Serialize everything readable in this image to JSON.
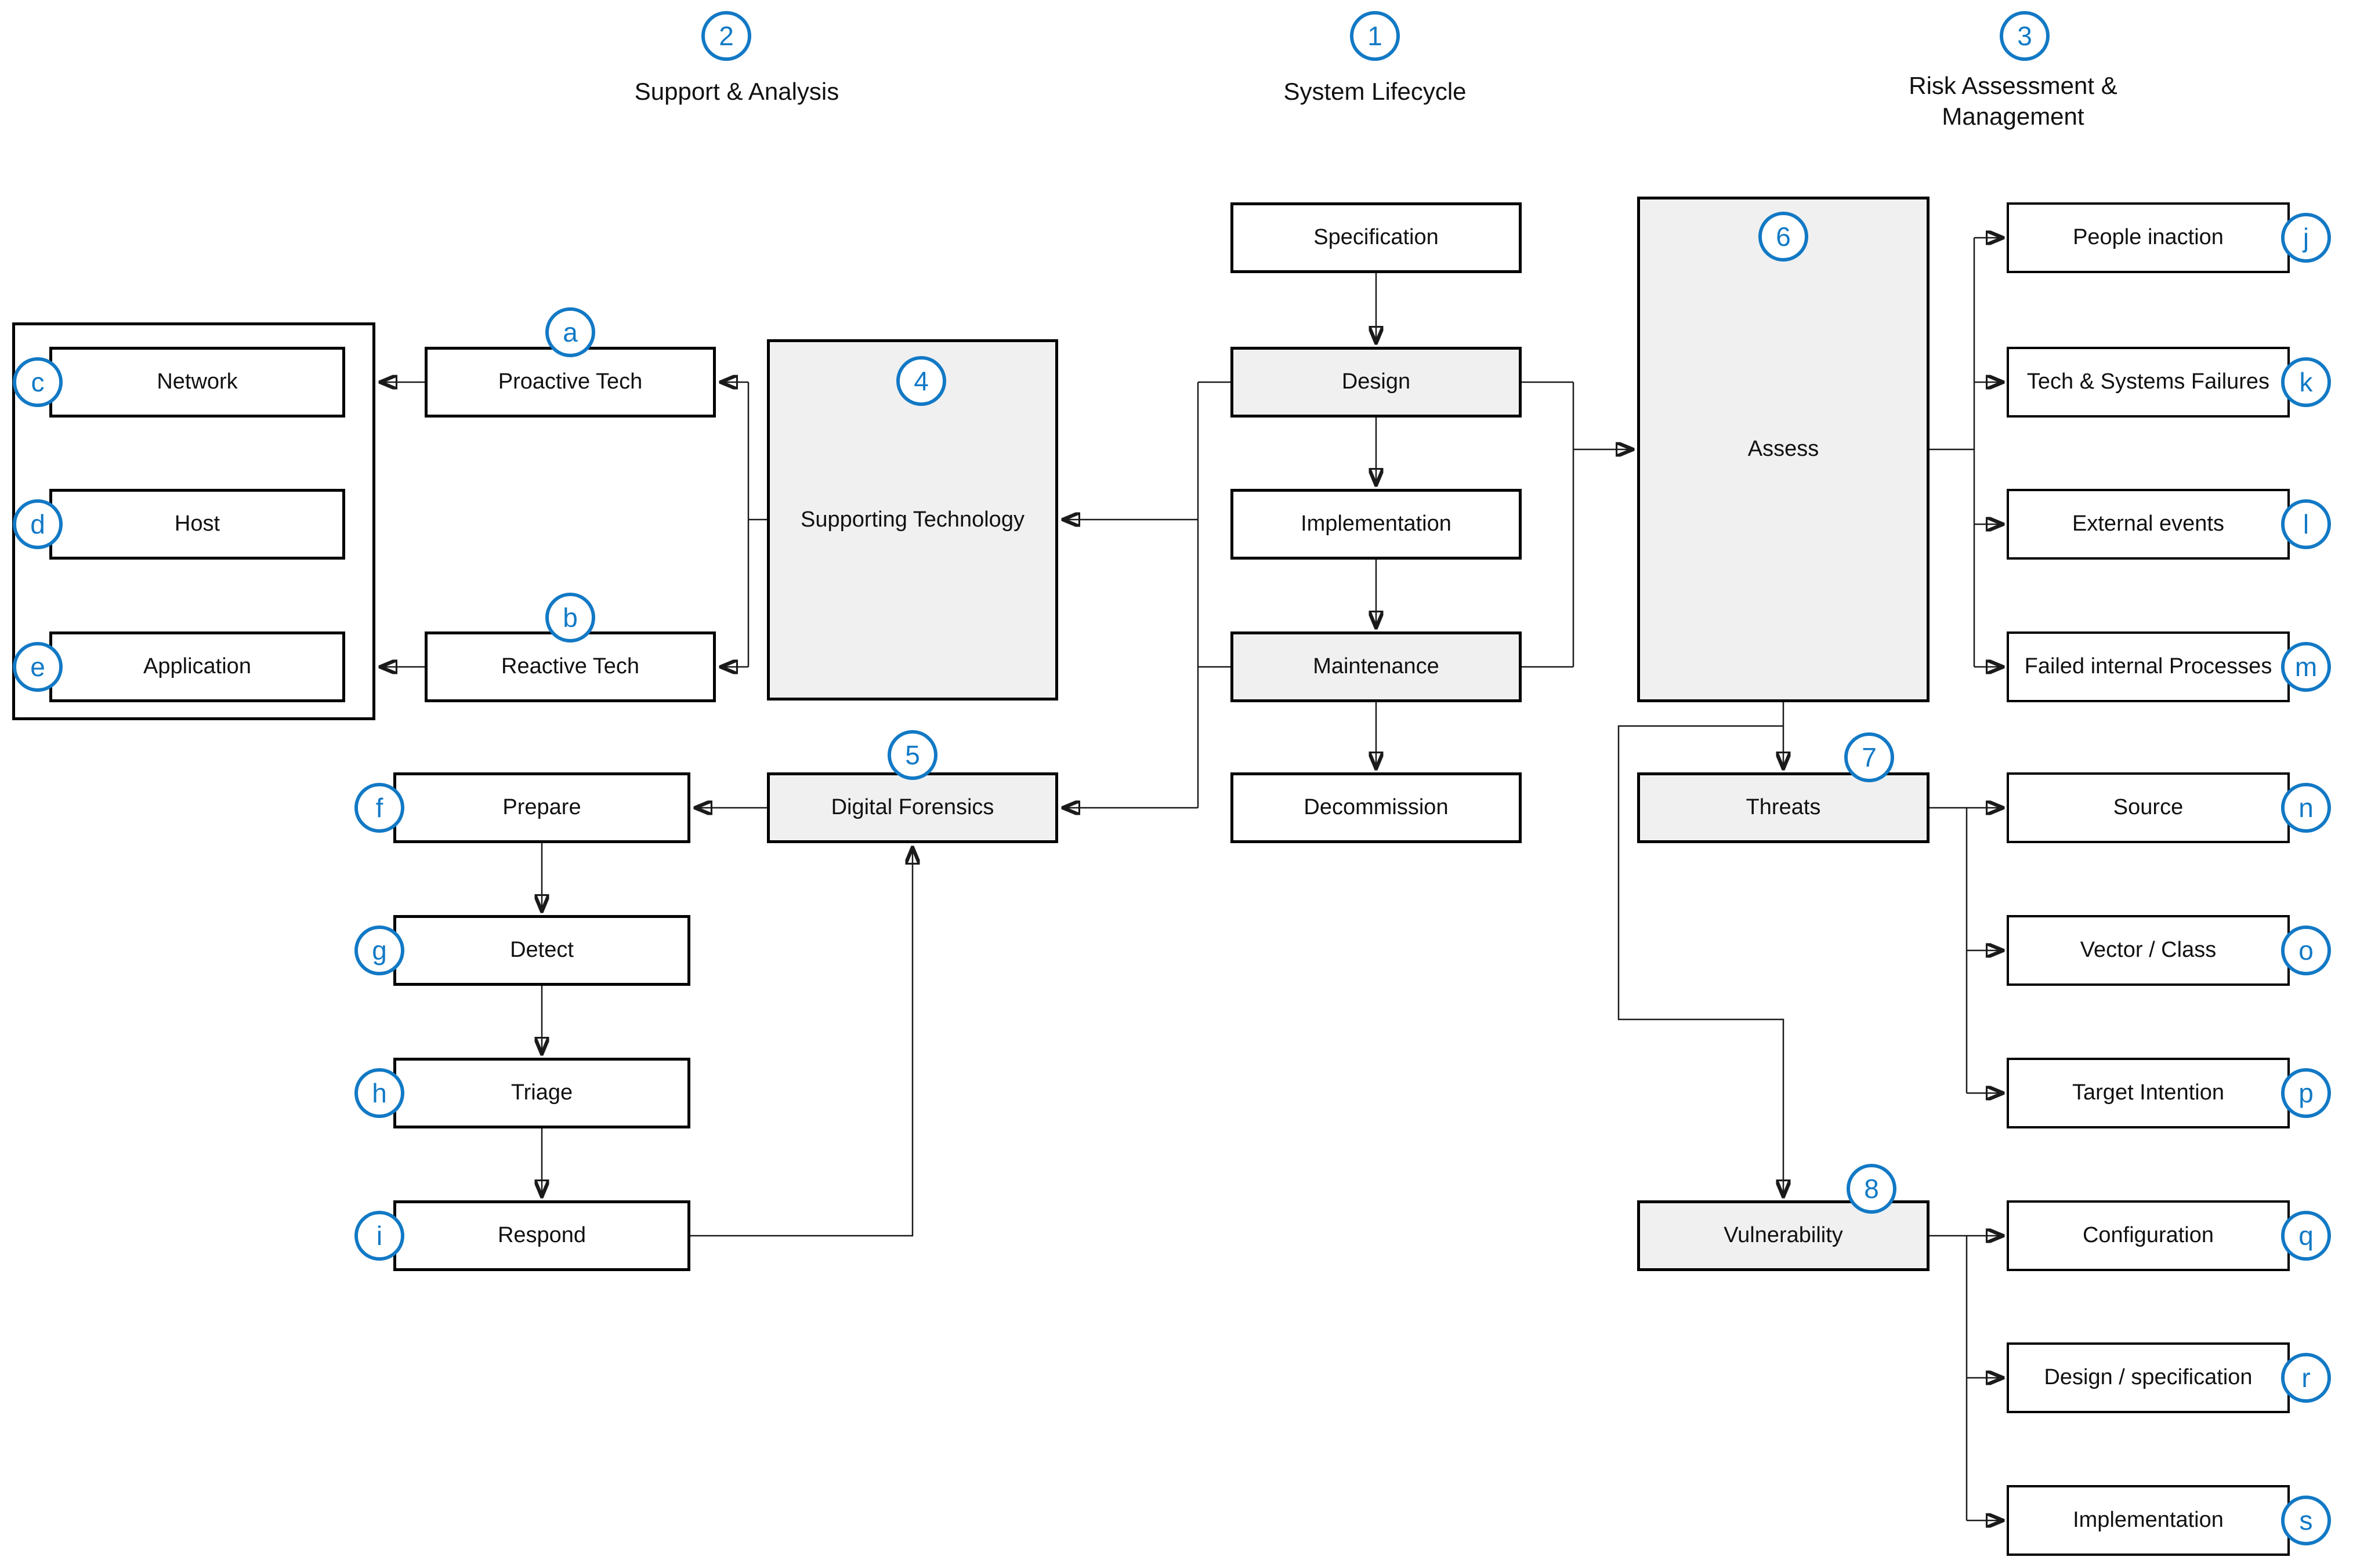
{
  "colors": {
    "accent": "#1279c5",
    "node_fill": "#f0f0f0",
    "border": "#000000"
  },
  "headers": {
    "support_analysis": {
      "badge": "2",
      "label": "Support & Analysis"
    },
    "system_lifecycle": {
      "badge": "1",
      "label": "System Lifecycle"
    },
    "risk_management": {
      "badge": "3",
      "label": "Risk Assessment & Management"
    }
  },
  "assets": {
    "network": {
      "badge": "c",
      "label": "Network"
    },
    "host": {
      "badge": "d",
      "label": "Host"
    },
    "application": {
      "badge": "e",
      "label": "Application"
    }
  },
  "support": {
    "proactive_tech": {
      "badge": "a",
      "label": "Proactive Tech"
    },
    "reactive_tech": {
      "badge": "b",
      "label": "Reactive Tech"
    },
    "supporting_technology": {
      "badge": "4",
      "label": "Supporting Technology"
    },
    "digital_forensics": {
      "badge": "5",
      "label": "Digital Forensics"
    },
    "prepare": {
      "badge": "f",
      "label": "Prepare"
    },
    "detect": {
      "badge": "g",
      "label": "Detect"
    },
    "triage": {
      "badge": "h",
      "label": "Triage"
    },
    "respond": {
      "badge": "i",
      "label": "Respond"
    }
  },
  "lifecycle": {
    "specification": {
      "label": "Specification"
    },
    "design": {
      "label": "Design"
    },
    "implementation": {
      "label": "Implementation"
    },
    "maintenance": {
      "label": "Maintenance"
    },
    "decommission": {
      "label": "Decommission"
    }
  },
  "risk": {
    "assess": {
      "badge": "6",
      "label": "Assess"
    },
    "threats": {
      "badge": "7",
      "label": "Threats"
    },
    "vulnerability": {
      "badge": "8",
      "label": "Vulnerability"
    },
    "impacts": {
      "people_inaction": {
        "badge": "j",
        "label": "People inaction"
      },
      "tech_systems_failures": {
        "badge": "k",
        "label": "Tech & Systems Failures"
      },
      "external_events": {
        "badge": "l",
        "label": "External events"
      },
      "failed_internal_processes": {
        "badge": "m",
        "label": "Failed internal Processes"
      }
    },
    "threat_attributes": {
      "source": {
        "badge": "n",
        "label": "Source"
      },
      "vector_class": {
        "badge": "o",
        "label": "Vector / Class"
      },
      "target_intention": {
        "badge": "p",
        "label": "Target Intention"
      }
    },
    "vulnerability_types": {
      "configuration": {
        "badge": "q",
        "label": "Configuration"
      },
      "design_specification": {
        "badge": "r",
        "label": "Design / specification"
      },
      "implementation": {
        "badge": "s",
        "label": "Implementation"
      }
    }
  },
  "edges": [
    "specification->design",
    "design->implementation",
    "implementation->maintenance",
    "maintenance->decommission",
    "design+maintenance->supporting_technology",
    "design+maintenance->digital_forensics",
    "supporting_technology->proactive_tech",
    "supporting_technology->reactive_tech",
    "proactive_tech->assets",
    "reactive_tech->assets",
    "digital_forensics->prepare",
    "prepare->detect",
    "detect->triage",
    "triage->respond",
    "respond->digital_forensics",
    "design+maintenance->assess",
    "assess->people_inaction",
    "assess->tech_systems_failures",
    "assess->external_events",
    "assess->failed_internal_processes",
    "assess->threats",
    "assess->vulnerability",
    "threats->source",
    "threats->vector_class",
    "threats->target_intention",
    "vulnerability->configuration",
    "vulnerability->design_specification",
    "vulnerability->implementation"
  ]
}
